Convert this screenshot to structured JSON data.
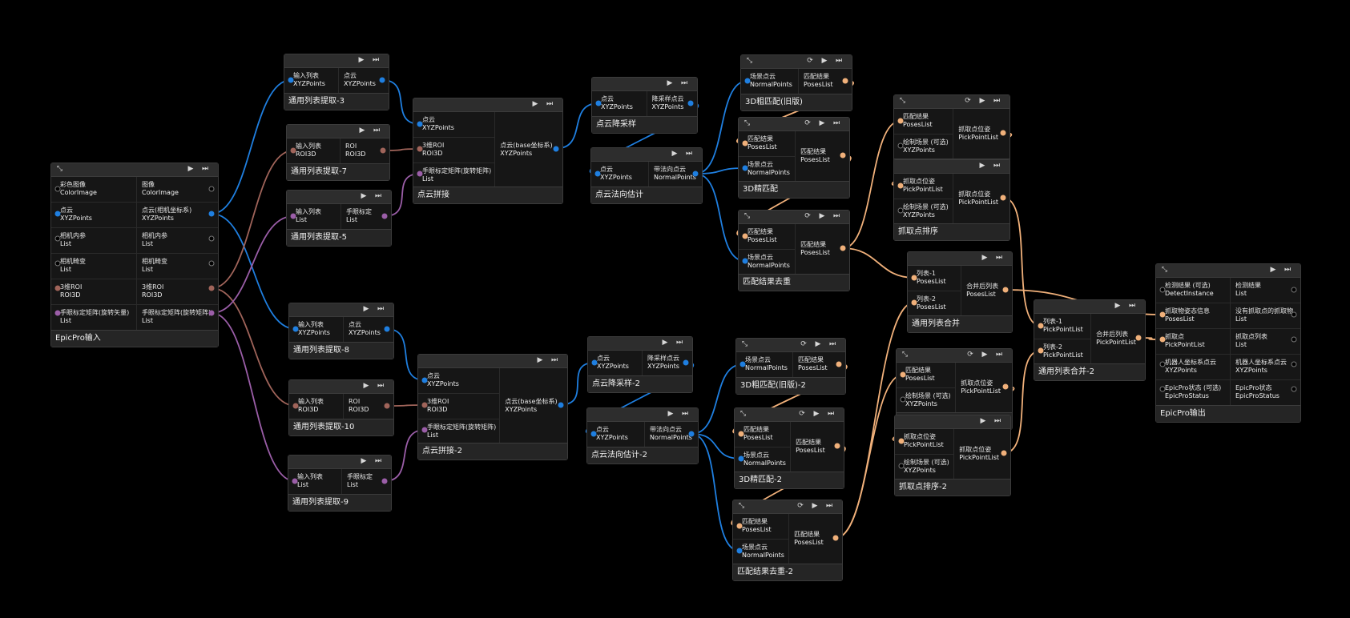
{
  "colors": {
    "XYZPoints": "#1f7fe0",
    "NormalPoints": "#1f7fe0",
    "ROI3D": "#a0645a",
    "List": "#9b5ea8",
    "PosesList": "#f0b07a",
    "PickPointList": "#f0b07a",
    "ColorImage": "#777777",
    "DetectInstance": "#777777",
    "EpicProStatus": "#777777",
    "background": "#000000"
  },
  "icons": {
    "collapse": "collapse-icon",
    "run": "play-icon",
    "run_all": "fast-forward-icon",
    "refresh": "refresh-icon"
  },
  "nodes": [
    {
      "id": "epicpro_in",
      "title": "EpicPro输入",
      "rows": [
        {
          "in": {
            "label": "彩色图像",
            "type": "ColorImage"
          },
          "out": {
            "label": "图像",
            "type": "ColorImage"
          }
        },
        {
          "in": {
            "label": "点云",
            "type": "XYZPoints"
          },
          "out": {
            "label": "点云(相机坐标系)",
            "type": "XYZPoints"
          }
        },
        {
          "in": {
            "label": "相机内参",
            "type": "List"
          },
          "out": {
            "label": "相机内参",
            "type": "List"
          }
        },
        {
          "in": {
            "label": "相机畸变",
            "type": "List"
          },
          "out": {
            "label": "相机畸变",
            "type": "List"
          }
        },
        {
          "in": {
            "label": "3维ROI",
            "type": "ROI3D"
          },
          "out": {
            "label": "3维ROI",
            "type": "ROI3D"
          }
        },
        {
          "in": {
            "label": "手眼标定矩阵(旋转矢量)",
            "type": "List"
          },
          "out": {
            "label": "手眼标定矩阵(旋转矩阵)",
            "type": "List"
          }
        }
      ]
    },
    {
      "id": "list3",
      "title": "通用列表提取-3",
      "rows": [
        {
          "in": {
            "label": "输入列表",
            "type": "XYZPoints"
          },
          "out": {
            "label": "点云",
            "type": "XYZPoints"
          }
        }
      ]
    },
    {
      "id": "list7",
      "title": "通用列表提取-7",
      "rows": [
        {
          "in": {
            "label": "输入列表",
            "type": "ROI3D"
          },
          "out": {
            "label": "ROI",
            "type": "ROI3D"
          }
        }
      ]
    },
    {
      "id": "list5",
      "title": "通用列表提取-5",
      "rows": [
        {
          "in": {
            "label": "输入列表",
            "type": "List"
          },
          "out": {
            "label": "手眼标定",
            "type": "List"
          }
        }
      ]
    },
    {
      "id": "list8",
      "title": "通用列表提取-8",
      "rows": [
        {
          "in": {
            "label": "输入列表",
            "type": "XYZPoints"
          },
          "out": {
            "label": "点云",
            "type": "XYZPoints"
          }
        }
      ]
    },
    {
      "id": "list10",
      "title": "通用列表提取-10",
      "rows": [
        {
          "in": {
            "label": "输入列表",
            "type": "ROI3D"
          },
          "out": {
            "label": "ROI",
            "type": "ROI3D"
          }
        }
      ]
    },
    {
      "id": "list9",
      "title": "通用列表提取-9",
      "rows": [
        {
          "in": {
            "label": "输入列表",
            "type": "List"
          },
          "out": {
            "label": "手眼标定",
            "type": "List"
          }
        }
      ]
    },
    {
      "id": "stitch1",
      "title": "点云拼接",
      "ins": [
        {
          "label": "点云",
          "type": "XYZPoints"
        },
        {
          "label": "3维ROI",
          "type": "ROI3D"
        },
        {
          "label": "手眼标定矩阵(旋转矩阵)",
          "type": "List"
        }
      ],
      "outs": [
        {
          "label": "点云(base坐标系)",
          "type": "XYZPoints"
        }
      ]
    },
    {
      "id": "stitch2",
      "title": "点云拼接-2",
      "ins": [
        {
          "label": "点云",
          "type": "XYZPoints"
        },
        {
          "label": "3维ROI",
          "type": "ROI3D"
        },
        {
          "label": "手眼标定矩阵(旋转矩阵)",
          "type": "List"
        }
      ],
      "outs": [
        {
          "label": "点云(base坐标系)",
          "type": "XYZPoints"
        }
      ]
    },
    {
      "id": "down1",
      "title": "点云降采样",
      "rows": [
        {
          "in": {
            "label": "点云",
            "type": "XYZPoints"
          },
          "out": {
            "label": "降采样点云",
            "type": "XYZPoints"
          }
        }
      ]
    },
    {
      "id": "normal1",
      "title": "点云法向估计",
      "rows": [
        {
          "in": {
            "label": "点云",
            "type": "XYZPoints"
          },
          "out": {
            "label": "带法向点云",
            "type": "NormalPoints"
          }
        }
      ]
    },
    {
      "id": "down2",
      "title": "点云降采样-2",
      "rows": [
        {
          "in": {
            "label": "点云",
            "type": "XYZPoints"
          },
          "out": {
            "label": "降采样点云",
            "type": "XYZPoints"
          }
        }
      ]
    },
    {
      "id": "normal2",
      "title": "点云法向估计-2",
      "rows": [
        {
          "in": {
            "label": "点云",
            "type": "XYZPoints"
          },
          "out": {
            "label": "带法向点云",
            "type": "NormalPoints"
          }
        }
      ]
    },
    {
      "id": "coarse1",
      "title": "3D粗匹配(旧版)",
      "rows": [
        {
          "in": {
            "label": "场景点云",
            "type": "NormalPoints"
          },
          "out": {
            "label": "匹配结果",
            "type": "PosesList"
          }
        }
      ]
    },
    {
      "id": "fine1",
      "title": "3D精匹配",
      "ins": [
        {
          "label": "匹配结果",
          "type": "PosesList"
        },
        {
          "label": "场景点云",
          "type": "NormalPoints"
        }
      ],
      "outs": [
        {
          "label": "匹配结果",
          "type": "PosesList"
        }
      ]
    },
    {
      "id": "dedup1",
      "title": "匹配结果去重",
      "ins": [
        {
          "label": "匹配结果",
          "type": "PosesList"
        },
        {
          "label": "场景点云",
          "type": "NormalPoints"
        }
      ],
      "outs": [
        {
          "label": "匹配结果",
          "type": "PosesList"
        }
      ]
    },
    {
      "id": "coarse2",
      "title": "3D粗匹配(旧版)-2",
      "rows": [
        {
          "in": {
            "label": "场景点云",
            "type": "NormalPoints"
          },
          "out": {
            "label": "匹配结果",
            "type": "PosesList"
          }
        }
      ]
    },
    {
      "id": "fine2",
      "title": "3D精匹配-2",
      "ins": [
        {
          "label": "匹配结果",
          "type": "PosesList"
        },
        {
          "label": "场景点云",
          "type": "NormalPoints"
        }
      ],
      "outs": [
        {
          "label": "匹配结果",
          "type": "PosesList"
        }
      ]
    },
    {
      "id": "dedup2",
      "title": "匹配结果去重-2",
      "ins": [
        {
          "label": "匹配结果",
          "type": "PosesList"
        },
        {
          "label": "场景点云",
          "type": "NormalPoints"
        }
      ],
      "outs": [
        {
          "label": "匹配结果",
          "type": "PosesList"
        }
      ]
    },
    {
      "id": "gen1",
      "title": "生成抓取点",
      "ins": [
        {
          "label": "匹配结果",
          "type": "PosesList"
        },
        {
          "label": "绘制场景 (可选)",
          "type": "XYZPoints"
        }
      ],
      "outs": [
        {
          "label": "抓取点位姿",
          "type": "PickPointList"
        }
      ]
    },
    {
      "id": "sort1",
      "title": "抓取点排序",
      "ins": [
        {
          "label": "抓取点位姿",
          "type": "PickPointList"
        },
        {
          "label": "绘制场景 (可选)",
          "type": "XYZPoints"
        }
      ],
      "outs": [
        {
          "label": "抓取点位姿",
          "type": "PickPointList"
        }
      ]
    },
    {
      "id": "merge1",
      "title": "通用列表合并",
      "ins": [
        {
          "label": "列表-1",
          "type": "PosesList"
        },
        {
          "label": "列表-2",
          "type": "PosesList"
        }
      ],
      "outs": [
        {
          "label": "合并后列表",
          "type": "PosesList"
        }
      ]
    },
    {
      "id": "gen2",
      "title": "生成抓取点-2",
      "ins": [
        {
          "label": "匹配结果",
          "type": "PosesList"
        },
        {
          "label": "绘制场景 (可选)",
          "type": "XYZPoints"
        }
      ],
      "outs": [
        {
          "label": "抓取点位姿",
          "type": "PickPointList"
        }
      ]
    },
    {
      "id": "sort2",
      "title": "抓取点排序-2",
      "ins": [
        {
          "label": "抓取点位姿",
          "type": "PickPointList"
        },
        {
          "label": "绘制场景 (可选)",
          "type": "XYZPoints"
        }
      ],
      "outs": [
        {
          "label": "抓取点位姿",
          "type": "PickPointList"
        }
      ]
    },
    {
      "id": "merge2",
      "title": "通用列表合并-2",
      "ins": [
        {
          "label": "列表-1",
          "type": "PickPointList"
        },
        {
          "label": "列表-2",
          "type": "PickPointList"
        }
      ],
      "outs": [
        {
          "label": "合并后列表",
          "type": "PickPointList"
        }
      ]
    },
    {
      "id": "epicpro_out",
      "title": "EpicPro输出",
      "rows": [
        {
          "in": {
            "label": "检测结果 (可选)",
            "type": "DetectInstance"
          },
          "out": {
            "label": "检测结果",
            "type": "List"
          }
        },
        {
          "in": {
            "label": "抓取物姿态信息",
            "type": "PosesList"
          },
          "out": {
            "label": "没有抓取点的抓取物",
            "type": "List"
          }
        },
        {
          "in": {
            "label": "抓取点",
            "type": "PickPointList"
          },
          "out": {
            "label": "抓取点列表",
            "type": "List"
          }
        },
        {
          "in": {
            "label": "机器人坐标系点云",
            "type": "XYZPoints"
          },
          "out": {
            "label": "机器人坐标系点云",
            "type": "XYZPoints"
          }
        },
        {
          "in": {
            "label": "EpicPro状态 (可选)",
            "type": "EpicProStatus"
          },
          "out": {
            "label": "EpicPro状态",
            "type": "EpicProStatus"
          }
        }
      ]
    }
  ]
}
